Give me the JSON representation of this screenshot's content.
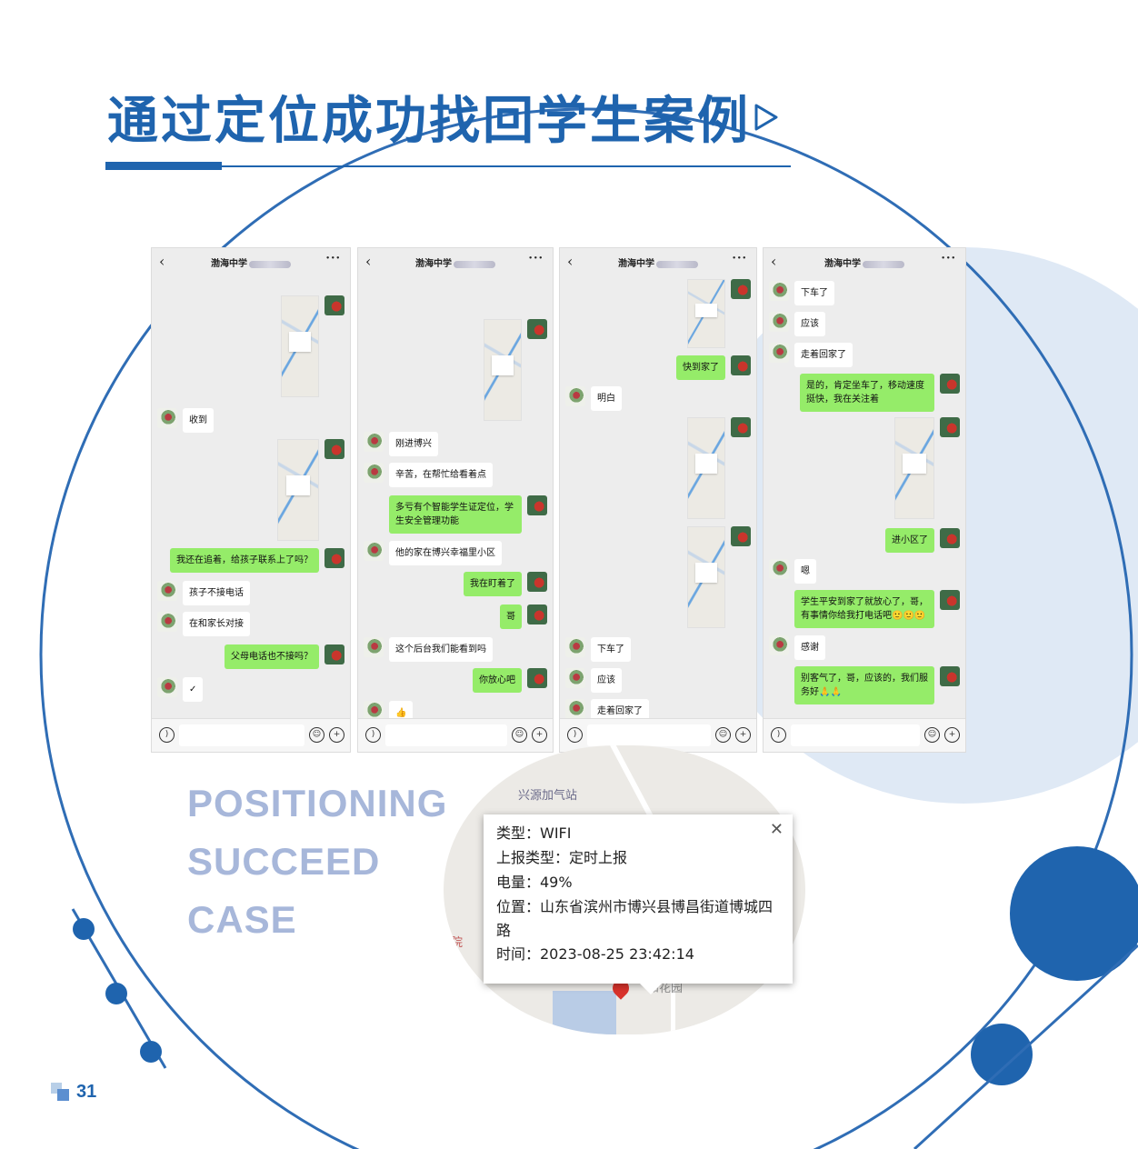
{
  "title": "通过定位成功找回学生案例",
  "english_lines": [
    "POSITIONING",
    "SUCCEED",
    "CASE"
  ],
  "page_number": "31",
  "colors": {
    "brand_blue": "#1f64ae",
    "light_blue": "#dfe9f5",
    "english_text": "#a7b7da",
    "bubble_green": "#95ec69"
  },
  "phones": [
    {
      "contact": "渤海中学",
      "messages": [
        {
          "dir": "in",
          "text": "收到"
        },
        {
          "dir": "out",
          "text": "我还在追着，给孩子联系上了吗？"
        },
        {
          "dir": "in",
          "text": "孩子不接电话"
        },
        {
          "dir": "in",
          "text": "在和家长对接"
        },
        {
          "dir": "out",
          "text": "父母电话也不接吗？"
        },
        {
          "dir": "in",
          "text": "✓"
        }
      ]
    },
    {
      "contact": "渤海中学",
      "messages": [
        {
          "dir": "in",
          "text": "刚进博兴"
        },
        {
          "dir": "in",
          "text": "辛苦，在帮忙给看着点"
        },
        {
          "dir": "out",
          "text": "多亏有个智能学生证定位，学生安全管理功能"
        },
        {
          "dir": "in",
          "text": "他的家在博兴幸福里小区"
        },
        {
          "dir": "out",
          "text": "我在盯着了"
        },
        {
          "dir": "out",
          "text": "哥"
        },
        {
          "dir": "in",
          "text": "这个后台我们能看到吗"
        },
        {
          "dir": "out",
          "text": "你放心吧"
        },
        {
          "dir": "in",
          "text": "👍"
        }
      ]
    },
    {
      "contact": "渤海中学",
      "messages": [
        {
          "dir": "out",
          "text": "快到家了"
        },
        {
          "dir": "in",
          "text": "明白"
        },
        {
          "dir": "in",
          "text": "下车了"
        },
        {
          "dir": "in",
          "text": "应该"
        },
        {
          "dir": "in",
          "text": "走着回家了"
        }
      ]
    },
    {
      "contact": "渤海中学",
      "messages": [
        {
          "dir": "in",
          "text": "下车了"
        },
        {
          "dir": "in",
          "text": "应该"
        },
        {
          "dir": "in",
          "text": "走着回家了"
        },
        {
          "dir": "out",
          "text": "是的，肯定坐车了，移动速度挺快，我在关注着"
        },
        {
          "dir": "out",
          "text": "进小区了"
        },
        {
          "dir": "in",
          "text": "嗯"
        },
        {
          "dir": "out",
          "text": "学生平安到家了就放心了，哥，有事情你给我打电话吧🙂🙂🙂"
        },
        {
          "dir": "in",
          "text": "感谢"
        },
        {
          "dir": "out",
          "text": "别客气了，哥，应该的，我们服务好🙏🙏"
        }
      ]
    }
  ],
  "map_popup": {
    "gas_station": "兴源加气站",
    "park": "和花园",
    "marker_text": "院",
    "type": "类型：WIFI",
    "report_type": "上报类型：定时上报",
    "battery": "电量：49%",
    "location": "位置：山东省滨州市博兴县博昌街道博城四路",
    "time": "时间：2023-08-25 23:42:14"
  }
}
